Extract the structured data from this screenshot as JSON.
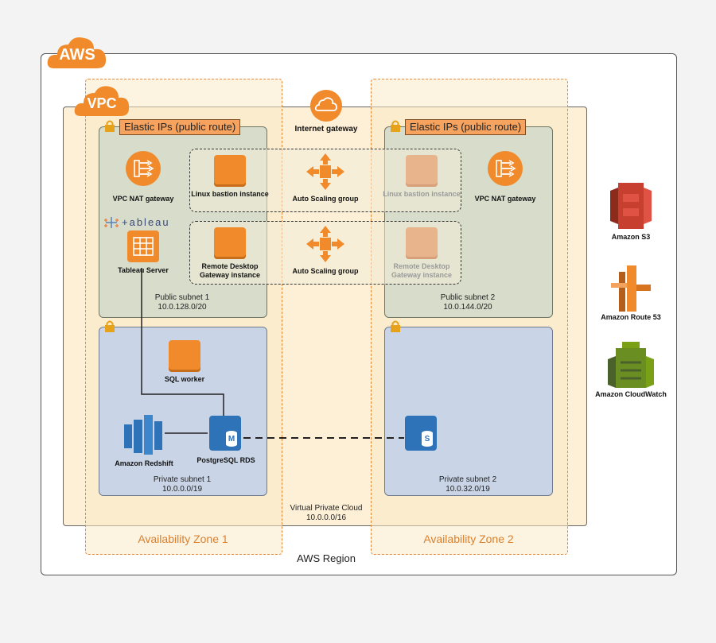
{
  "aws_tag": "AWS",
  "vpc_tag": "VPC",
  "region_label": "AWS Region",
  "vpc_label": "Virtual Private Cloud",
  "vpc_cidr": "10.0.0.0/16",
  "internet_gateway": "Internet gateway",
  "az1_label": "Availability Zone 1",
  "az2_label": "Availability Zone 2",
  "elastic_ips_1": "Elastic IPs (public route)",
  "elastic_ips_2": "Elastic IPs (public route)",
  "public_subnet_1": {
    "name": "Public subnet 1",
    "cidr": "10.0.128.0/20"
  },
  "public_subnet_2": {
    "name": "Public subnet 2",
    "cidr": "10.0.144.0/20"
  },
  "private_subnet_1": {
    "name": "Private subnet 1",
    "cidr": "10.0.0.0/19"
  },
  "private_subnet_2": {
    "name": "Private subnet 2",
    "cidr": "10.0.32.0/19"
  },
  "nat_gateway_1": "VPC NAT gateway",
  "nat_gateway_2": "VPC NAT gateway",
  "linux_bastion_1": "Linux bastion instance",
  "linux_bastion_2": "Linux bastion instance",
  "rd_gateway_1": "Remote Desktop Gateway instance",
  "rd_gateway_2": "Remote Desktop Gateway instance",
  "asg_1": "Auto Scaling group",
  "asg_2": "Auto Scaling group",
  "tableau_logo": "+ableau",
  "tableau_server": "Tableau Server",
  "sql_worker": "SQL worker",
  "redshift": "Amazon Redshift",
  "postgres_rds": "PostgreSQL RDS",
  "rds_master_letter": "M",
  "rds_standby_letter": "S",
  "services": {
    "s3": "Amazon S3",
    "route53": "Amazon Route 53",
    "cloudwatch": "Amazon CloudWatch"
  },
  "colors": {
    "orange": "#f08a2a",
    "az_border": "#e8883a",
    "public_subnet": "#d7dccb",
    "private_subnet": "#c9d5e7",
    "rds_blue": "#2e73b8"
  }
}
